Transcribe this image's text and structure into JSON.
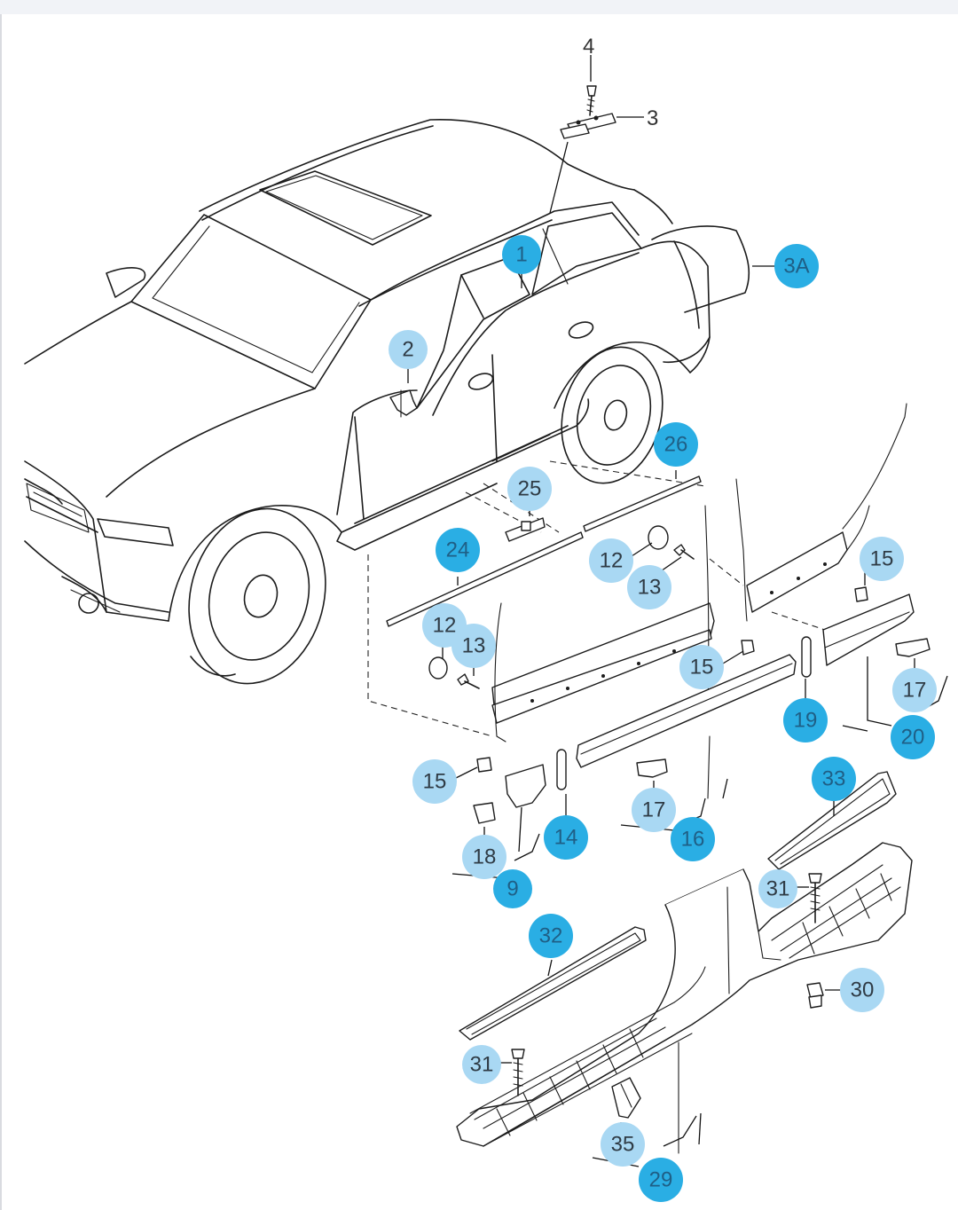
{
  "plain_labels": [
    {
      "id": "4",
      "text": "4"
    },
    {
      "id": "3",
      "text": "3"
    }
  ],
  "callouts": [
    {
      "id": "1",
      "text": "1",
      "style": "dark"
    },
    {
      "id": "3A",
      "text": "3A",
      "style": "dark"
    },
    {
      "id": "2",
      "text": "2",
      "style": "light"
    },
    {
      "id": "26",
      "text": "26",
      "style": "dark"
    },
    {
      "id": "25",
      "text": "25",
      "style": "light"
    },
    {
      "id": "24",
      "text": "24",
      "style": "dark"
    },
    {
      "id": "12a",
      "text": "12",
      "style": "light"
    },
    {
      "id": "13a",
      "text": "13",
      "style": "light"
    },
    {
      "id": "12b",
      "text": "12",
      "style": "light"
    },
    {
      "id": "13b",
      "text": "13",
      "style": "light"
    },
    {
      "id": "15a",
      "text": "15",
      "style": "light"
    },
    {
      "id": "15b",
      "text": "15",
      "style": "light"
    },
    {
      "id": "15c",
      "text": "15",
      "style": "light"
    },
    {
      "id": "17a",
      "text": "17",
      "style": "light"
    },
    {
      "id": "17b",
      "text": "17",
      "style": "light"
    },
    {
      "id": "19",
      "text": "19",
      "style": "dark"
    },
    {
      "id": "20",
      "text": "20",
      "style": "dark"
    },
    {
      "id": "14",
      "text": "14",
      "style": "dark"
    },
    {
      "id": "16",
      "text": "16",
      "style": "dark"
    },
    {
      "id": "18",
      "text": "18",
      "style": "light"
    },
    {
      "id": "9",
      "text": "9",
      "style": "dark"
    },
    {
      "id": "33",
      "text": "33",
      "style": "dark"
    },
    {
      "id": "31a",
      "text": "31",
      "style": "light"
    },
    {
      "id": "31b",
      "text": "31",
      "style": "light"
    },
    {
      "id": "32",
      "text": "32",
      "style": "dark"
    },
    {
      "id": "30",
      "text": "30",
      "style": "light"
    },
    {
      "id": "35",
      "text": "35",
      "style": "light"
    },
    {
      "id": "29",
      "text": "29",
      "style": "dark"
    }
  ],
  "colors": {
    "callout_light": "#a9d8f3",
    "callout_dark": "#2aaee4",
    "line": "#1c1c1c",
    "background": "#ffffff"
  }
}
